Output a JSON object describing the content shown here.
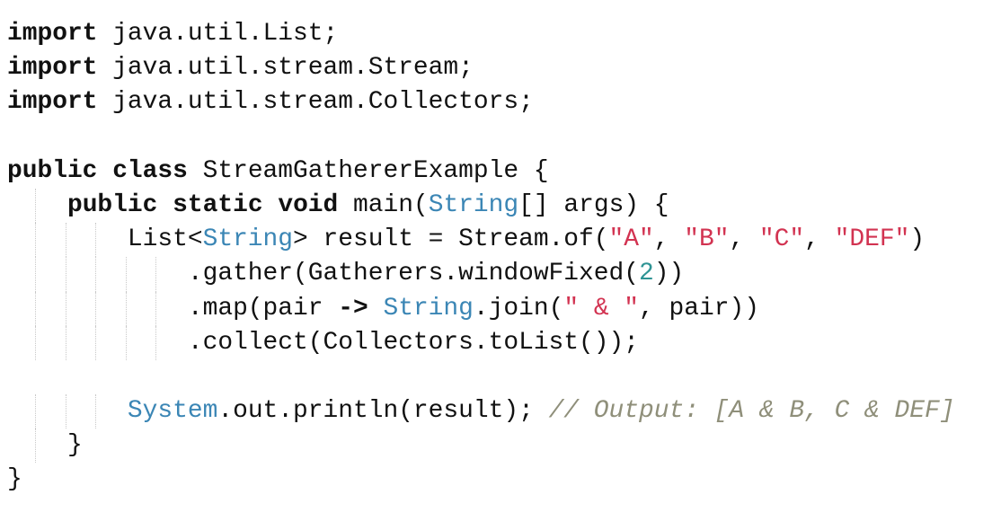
{
  "code_block": {
    "language": "java",
    "colors": {
      "keyword": "#111111",
      "type": "#3b86b5",
      "string": "#d23351",
      "number": "#2f9494",
      "comment": "#8f8f7a",
      "plain": "#111111"
    },
    "lines": [
      {
        "indent": 0,
        "guides": 0,
        "tokens": [
          [
            "kw",
            "import"
          ],
          [
            "p",
            " java.util.List;"
          ]
        ]
      },
      {
        "indent": 0,
        "guides": 0,
        "tokens": [
          [
            "kw",
            "import"
          ],
          [
            "p",
            " java.util.stream.Stream;"
          ]
        ]
      },
      {
        "indent": 0,
        "guides": 0,
        "tokens": [
          [
            "kw",
            "import"
          ],
          [
            "p",
            " java.util.stream.Collectors;"
          ]
        ]
      },
      {
        "indent": 0,
        "guides": 0,
        "tokens": []
      },
      {
        "indent": 0,
        "guides": 0,
        "tokens": [
          [
            "kw",
            "public"
          ],
          [
            "p",
            " "
          ],
          [
            "kw",
            "class"
          ],
          [
            "p",
            " StreamGathererExample {"
          ]
        ]
      },
      {
        "indent": 4,
        "guides": 1,
        "tokens": [
          [
            "kw",
            "public"
          ],
          [
            "p",
            " "
          ],
          [
            "kw",
            "static"
          ],
          [
            "p",
            " "
          ],
          [
            "kw",
            "void"
          ],
          [
            "p",
            " main("
          ],
          [
            "type",
            "String"
          ],
          [
            "p",
            "[] args) {"
          ]
        ]
      },
      {
        "indent": 8,
        "guides": 3,
        "tokens": [
          [
            "p",
            "List<"
          ],
          [
            "type",
            "String"
          ],
          [
            "p",
            "> result = Stream.of("
          ],
          [
            "str",
            "\"A\""
          ],
          [
            "p",
            ", "
          ],
          [
            "str",
            "\"B\""
          ],
          [
            "p",
            ", "
          ],
          [
            "str",
            "\"C\""
          ],
          [
            "p",
            ", "
          ],
          [
            "str",
            "\"DEF\""
          ],
          [
            "p",
            ")"
          ]
        ]
      },
      {
        "indent": 12,
        "guides": 5,
        "tokens": [
          [
            "p",
            ".gather(Gatherers.windowFixed("
          ],
          [
            "num",
            "2"
          ],
          [
            "p",
            "))"
          ]
        ]
      },
      {
        "indent": 12,
        "guides": 5,
        "tokens": [
          [
            "p",
            ".map(pair "
          ],
          [
            "op",
            "->"
          ],
          [
            "p",
            " "
          ],
          [
            "type",
            "String"
          ],
          [
            "p",
            ".join("
          ],
          [
            "str",
            "\" & \""
          ],
          [
            "p",
            ", pair))"
          ]
        ]
      },
      {
        "indent": 12,
        "guides": 5,
        "tokens": [
          [
            "p",
            ".collect(Collectors.toList());"
          ]
        ]
      },
      {
        "indent": 0,
        "guides": 0,
        "tokens": []
      },
      {
        "indent": 8,
        "guides": 3,
        "tokens": [
          [
            "type",
            "System"
          ],
          [
            "p",
            ".out.println(result); "
          ],
          [
            "cmt",
            "// Output: [A & B, C & DEF]"
          ]
        ]
      },
      {
        "indent": 4,
        "guides": 1,
        "tokens": [
          [
            "p",
            "}"
          ]
        ]
      },
      {
        "indent": 0,
        "guides": 0,
        "tokens": [
          [
            "p",
            "}"
          ]
        ]
      }
    ]
  }
}
